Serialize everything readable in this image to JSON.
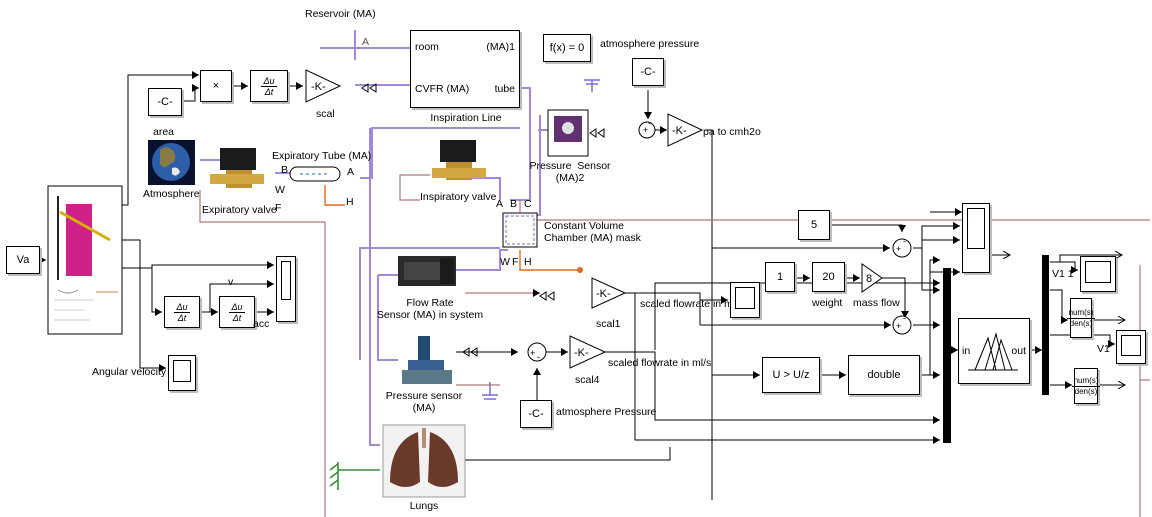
{
  "blocks": {
    "va": "Va",
    "const_c_area": "-C-",
    "area": "area",
    "multiply": "×",
    "deriv_num": "Δu",
    "deriv_den": "Δt",
    "gain_k": "-K-",
    "scal": "scal",
    "reservoir": "Reservoir  (MA)",
    "reservoir_port": "A",
    "inspiration_room": "room",
    "inspiration_ma1": "(MA)1",
    "inspiration_cvfr": "CVFR (MA)",
    "inspiration_tube": "tube",
    "inspiration_line": "Inspiration Line",
    "fx": "f(x) = 0",
    "atmosphere_pressure": "atmosphere pressure",
    "atmosphere_const": "-C-",
    "pa_to_cmh2o": "pa to cmh2o",
    "pressure_sensor_ma2": "Pressure  Sensor\n(MA)2",
    "atmosphere": "Atmosphere",
    "expiratory_tube": "Expiratory Tube (MA)",
    "expiratory_valve": "Expiratory valve",
    "port_b": "B",
    "port_a": "A",
    "port_w": "W",
    "port_f": "F",
    "port_h": "H",
    "inspiratory_valve": "Inspiratory valve",
    "chamber": "Constant Volume\nChamber (MA) mask",
    "chamber_ports": [
      "A",
      "B",
      "C"
    ],
    "chamber_ports_bottom": [
      "W",
      "F",
      "H"
    ],
    "const5": "5",
    "const1": "1",
    "const20": "20",
    "weight": "weight",
    "gain8": "8",
    "mass_flow": "mass flow",
    "flow_sensor": "Flow Rate\nSensor (MA) in system",
    "scal1": "scal1",
    "scaled_flowrate_mls_top": "scaled flowrate in ml/s",
    "scaled_flowrate_mls": "scaled flowrate in ml/s",
    "scal4": "scal4",
    "pressure_sensor_ma": "Pressure sensor\n(MA)",
    "atmosphere_pressure_bottom": "atmosphere Pressure",
    "const_c_bottom": "-C-",
    "lungs": "Lungs",
    "v": "v",
    "acc": "acc",
    "angular_velocity": "Angular velocity",
    "u_gt_uz": "U > U/z",
    "double": "double",
    "fuzzy_in": "in",
    "fuzzy_out": "out",
    "v1_1": "V1 1",
    "v1": "V1",
    "tf_num": "num(s)",
    "tf_den": "den(s)"
  }
}
